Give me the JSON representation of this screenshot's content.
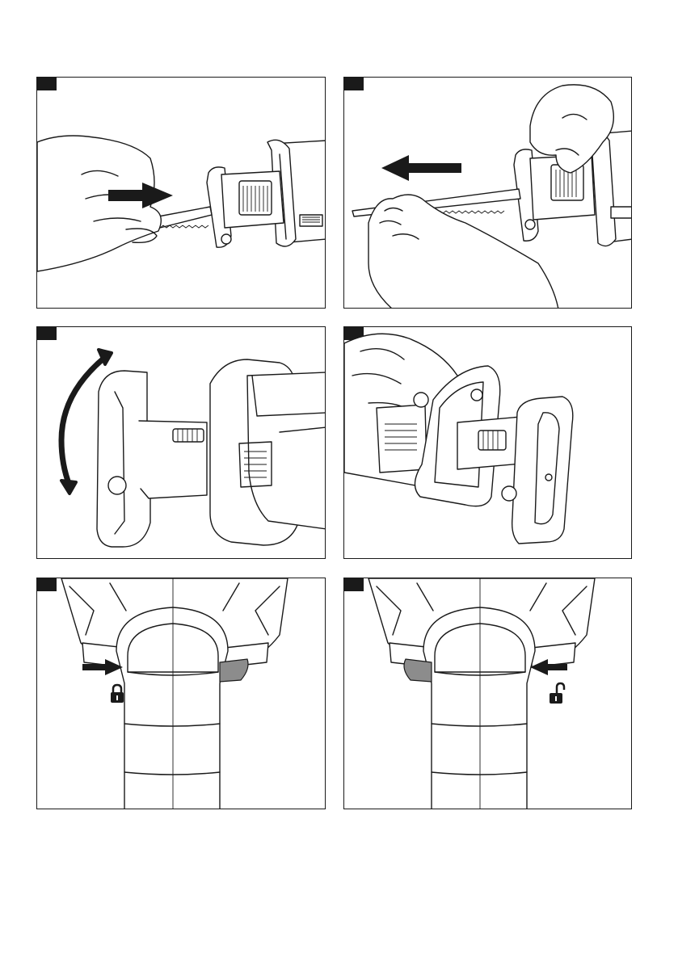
{
  "figures": [
    {
      "id": "p1",
      "arrow": "right",
      "depicts": "blade-insert"
    },
    {
      "id": "p2",
      "arrow": "left",
      "depicts": "blade-remove"
    },
    {
      "id": "p3",
      "arrow": "curved-double",
      "depicts": "shoe-rotate"
    },
    {
      "id": "p4",
      "arrow": "none",
      "depicts": "shoe-view"
    },
    {
      "id": "p5",
      "arrow": "right",
      "icon": "lock-closed-icon",
      "depicts": "switch-lock"
    },
    {
      "id": "p6",
      "arrow": "left",
      "icon": "lock-open-icon",
      "depicts": "switch-unlock"
    }
  ],
  "colors": {
    "ink": "#1a1a1a",
    "switch_grey": "#8c8c8c",
    "paper": "#ffffff"
  }
}
